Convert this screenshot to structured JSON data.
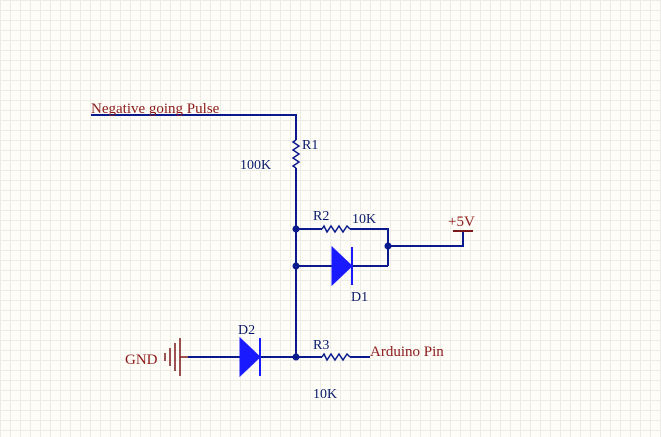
{
  "nets": {
    "input": "Negative going Pulse",
    "power": "+5V",
    "ground": "GND",
    "output": "Arduino Pin"
  },
  "components": {
    "r1": {
      "ref": "R1",
      "value": "100K"
    },
    "r2": {
      "ref": "R2",
      "value": "10K"
    },
    "r3": {
      "ref": "R3",
      "value": "10K"
    },
    "d1": {
      "ref": "D1"
    },
    "d2": {
      "ref": "D2"
    }
  },
  "colors": {
    "wire": "#0a1a8c",
    "diode": "#1a1aff",
    "net_label": "#8b1a1a",
    "designator": "#0a1a6a",
    "grid": "#ecebe6",
    "background": "#fffdf8"
  }
}
